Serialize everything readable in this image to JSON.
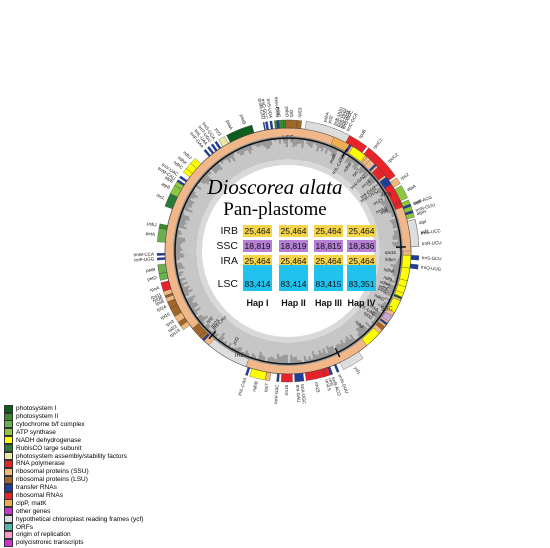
{
  "diagram": {
    "title": "Dioscorea alata",
    "subtitle": "Pan-plastome",
    "ring_regions": [
      "LSC",
      "IRB",
      "SSC",
      "IRA"
    ],
    "region_table": {
      "rows": [
        "IRB",
        "SSC",
        "IRA",
        "LSC"
      ],
      "row_colors": {
        "IRB": "#f5d44a",
        "SSC": "#b57fd6",
        "IRA": "#f5d44a",
        "LSC": "#22c2ee"
      },
      "haplotypes": [
        {
          "name": "Hap I",
          "IRB": "25,464",
          "SSC": "18,819",
          "IRA": "25,464",
          "LSC": "83,414"
        },
        {
          "name": "Hap II",
          "IRB": "25,464",
          "SSC": "18,819",
          "IRA": "25,464",
          "LSC": "83,414"
        },
        {
          "name": "Hap III",
          "IRB": "25,464",
          "SSC": "18,815",
          "IRA": "25,464",
          "LSC": "83,415"
        },
        {
          "name": "Hap IV",
          "IRB": "25,464",
          "SSC": "18,836",
          "IRA": "25,464",
          "LSC": "83,351"
        }
      ]
    },
    "genes": [
      {
        "label": "rpoC1",
        "color": "#e8232a"
      },
      {
        "label": "rpoC2",
        "color": "#e8232a"
      },
      {
        "label": "rpoB",
        "color": "#e8232a"
      },
      {
        "label": "psbA",
        "color": "#3b8a2e"
      },
      {
        "label": "matK",
        "color": "#f0ad4e"
      },
      {
        "label": "atpA",
        "color": "#8dc63f"
      },
      {
        "label": "atpF",
        "color": "#8dc63f"
      },
      {
        "label": "atpH",
        "color": "#8dc63f"
      },
      {
        "label": "atpI",
        "color": "#8dc63f"
      },
      {
        "label": "rps2",
        "color": "#f0b87c"
      },
      {
        "label": "psbD",
        "color": "#3b8a2e"
      },
      {
        "label": "psbC",
        "color": "#3b8a2e"
      },
      {
        "label": "psaB",
        "color": "#0b5e1e"
      },
      {
        "label": "psaA",
        "color": "#0b5e1e"
      },
      {
        "label": "ycf3",
        "color": "#e8e8a0"
      },
      {
        "label": "rbcL",
        "color": "#2a7a3a"
      },
      {
        "label": "atpB",
        "color": "#8dc63f"
      },
      {
        "label": "atpE",
        "color": "#8dc63f"
      },
      {
        "label": "ndhC",
        "color": "#ffff00"
      },
      {
        "label": "ndhK",
        "color": "#ffff00"
      },
      {
        "label": "ndhJ",
        "color": "#ffff00"
      },
      {
        "label": "petA",
        "color": "#6ab04c"
      },
      {
        "label": "psbJ",
        "color": "#3b8a2e"
      },
      {
        "label": "petB",
        "color": "#6ab04c"
      },
      {
        "label": "petD",
        "color": "#6ab04c"
      },
      {
        "label": "rpoA",
        "color": "#e8232a"
      },
      {
        "label": "rps11",
        "color": "#f0b87c"
      },
      {
        "label": "rpl36",
        "color": "#a0662a"
      },
      {
        "label": "rps8",
        "color": "#f0b87c"
      },
      {
        "label": "rpl14",
        "color": "#a0662a"
      },
      {
        "label": "rpl16",
        "color": "#a0662a"
      },
      {
        "label": "rps3",
        "color": "#f0b87c"
      },
      {
        "label": "rpl22",
        "color": "#a0662a"
      },
      {
        "label": "rps19",
        "color": "#f0b87c"
      },
      {
        "label": "rpl2",
        "color": "#a0662a"
      },
      {
        "label": "rpl23",
        "color": "#a0662a"
      },
      {
        "label": "ycf2",
        "color": "#dddddd"
      },
      {
        "label": "ndhB",
        "color": "#ffff00"
      },
      {
        "label": "rps7",
        "color": "#f0b87c"
      },
      {
        "label": "rrn16",
        "color": "#e8232a"
      },
      {
        "label": "rrn23",
        "color": "#e8232a"
      },
      {
        "label": "rrn4.5",
        "color": "#e8232a"
      },
      {
        "label": "rrn5",
        "color": "#e8232a"
      },
      {
        "label": "ycf1",
        "color": "#dddddd"
      },
      {
        "label": "ndhF",
        "color": "#ffff00"
      },
      {
        "label": "ndhD",
        "color": "#ffff00"
      },
      {
        "label": "psaC",
        "color": "#0b5e1e"
      },
      {
        "label": "ndhE",
        "color": "#ffff00"
      },
      {
        "label": "ndhG",
        "color": "#ffff00"
      },
      {
        "label": "ndhI",
        "color": "#ffff00"
      },
      {
        "label": "ndhA",
        "color": "#ffff00"
      },
      {
        "label": "ndhH",
        "color": "#ffff00"
      },
      {
        "label": "rps15",
        "color": "#f0b87c"
      },
      {
        "label": "ccsA",
        "color": "#c8a8d8"
      },
      {
        "label": "rpl32",
        "color": "#a0662a"
      },
      {
        "label": "trnH-GUG",
        "color": "#1f3fa0"
      },
      {
        "label": "trnK-UUU",
        "color": "#1f3fa0"
      },
      {
        "label": "trnQ-UUG",
        "color": "#1f3fa0"
      },
      {
        "label": "trnS-GCU",
        "color": "#1f3fa0"
      },
      {
        "label": "trnG-UCC",
        "color": "#1f3fa0"
      },
      {
        "label": "trnR-UCU",
        "color": "#1f3fa0"
      },
      {
        "label": "trnC-GCA",
        "color": "#1f3fa0"
      },
      {
        "label": "trnD-GUC",
        "color": "#1f3fa0"
      },
      {
        "label": "trnY-GUA",
        "color": "#1f3fa0"
      },
      {
        "label": "trnE-UUC",
        "color": "#1f3fa0"
      },
      {
        "label": "trnT-GGU",
        "color": "#1f3fa0"
      },
      {
        "label": "trnS-UGA",
        "color": "#1f3fa0"
      },
      {
        "label": "trnG-GCC",
        "color": "#1f3fa0"
      },
      {
        "label": "trnfM-CAU",
        "color": "#1f3fa0"
      },
      {
        "label": "trnS-GGA",
        "color": "#1f3fa0"
      },
      {
        "label": "trnT-UGU",
        "color": "#1f3fa0"
      },
      {
        "label": "trnL-UAA",
        "color": "#1f3fa0"
      },
      {
        "label": "trnF-GAA",
        "color": "#1f3fa0"
      },
      {
        "label": "trnV-UAC",
        "color": "#1f3fa0"
      },
      {
        "label": "trnM-CAU",
        "color": "#1f3fa0"
      },
      {
        "label": "trnW-CCA",
        "color": "#1f3fa0"
      },
      {
        "label": "trnP-UGG",
        "color": "#1f3fa0"
      },
      {
        "label": "trnI-CAU",
        "color": "#1f3fa0"
      },
      {
        "label": "trnL-CAA",
        "color": "#1f3fa0"
      },
      {
        "label": "trnV-GAC",
        "color": "#1f3fa0"
      },
      {
        "label": "trnI-GAU",
        "color": "#1f3fa0"
      },
      {
        "label": "trnA-UGC",
        "color": "#1f3fa0"
      },
      {
        "label": "trnR-ACG",
        "color": "#1f3fa0"
      },
      {
        "label": "trnN-GUU",
        "color": "#1f3fa0"
      },
      {
        "label": "trnL-UAG",
        "color": "#1f3fa0"
      }
    ]
  },
  "legend": [
    {
      "label": "photosystem I",
      "color": "#0b5e1e"
    },
    {
      "label": "photosystem II",
      "color": "#3b8a2e"
    },
    {
      "label": "cytochrome b/f complex",
      "color": "#6ab04c"
    },
    {
      "label": "ATP synthase",
      "color": "#8dc63f"
    },
    {
      "label": "NADH dehydrogenase",
      "color": "#ffff00"
    },
    {
      "label": "RubisCO large subunit",
      "color": "#2a7a3a"
    },
    {
      "label": "photosystem assembly/stability factors",
      "color": "#e8e8a0"
    },
    {
      "label": "RNA polymerase",
      "color": "#e8232a"
    },
    {
      "label": "ribosomal proteins (SSU)",
      "color": "#f0b87c"
    },
    {
      "label": "ribosomal proteins (LSU)",
      "color": "#a0662a"
    },
    {
      "label": "transfer RNAs",
      "color": "#1f3fa0"
    },
    {
      "label": "ribosomal RNAs",
      "color": "#e8232a"
    },
    {
      "label": "clpP, matK",
      "color": "#f0ad4e"
    },
    {
      "label": "other genes",
      "color": "#cc33cc"
    },
    {
      "label": "hypothetical chloroplast reading frames (ycf)",
      "color": "#dddddd"
    },
    {
      "label": "ORFs",
      "color": "#4fb8a8"
    },
    {
      "label": "origin of replication",
      "color": "#ff99cc"
    },
    {
      "label": "polycistronic transcripts",
      "color": "#cc33cc"
    }
  ]
}
